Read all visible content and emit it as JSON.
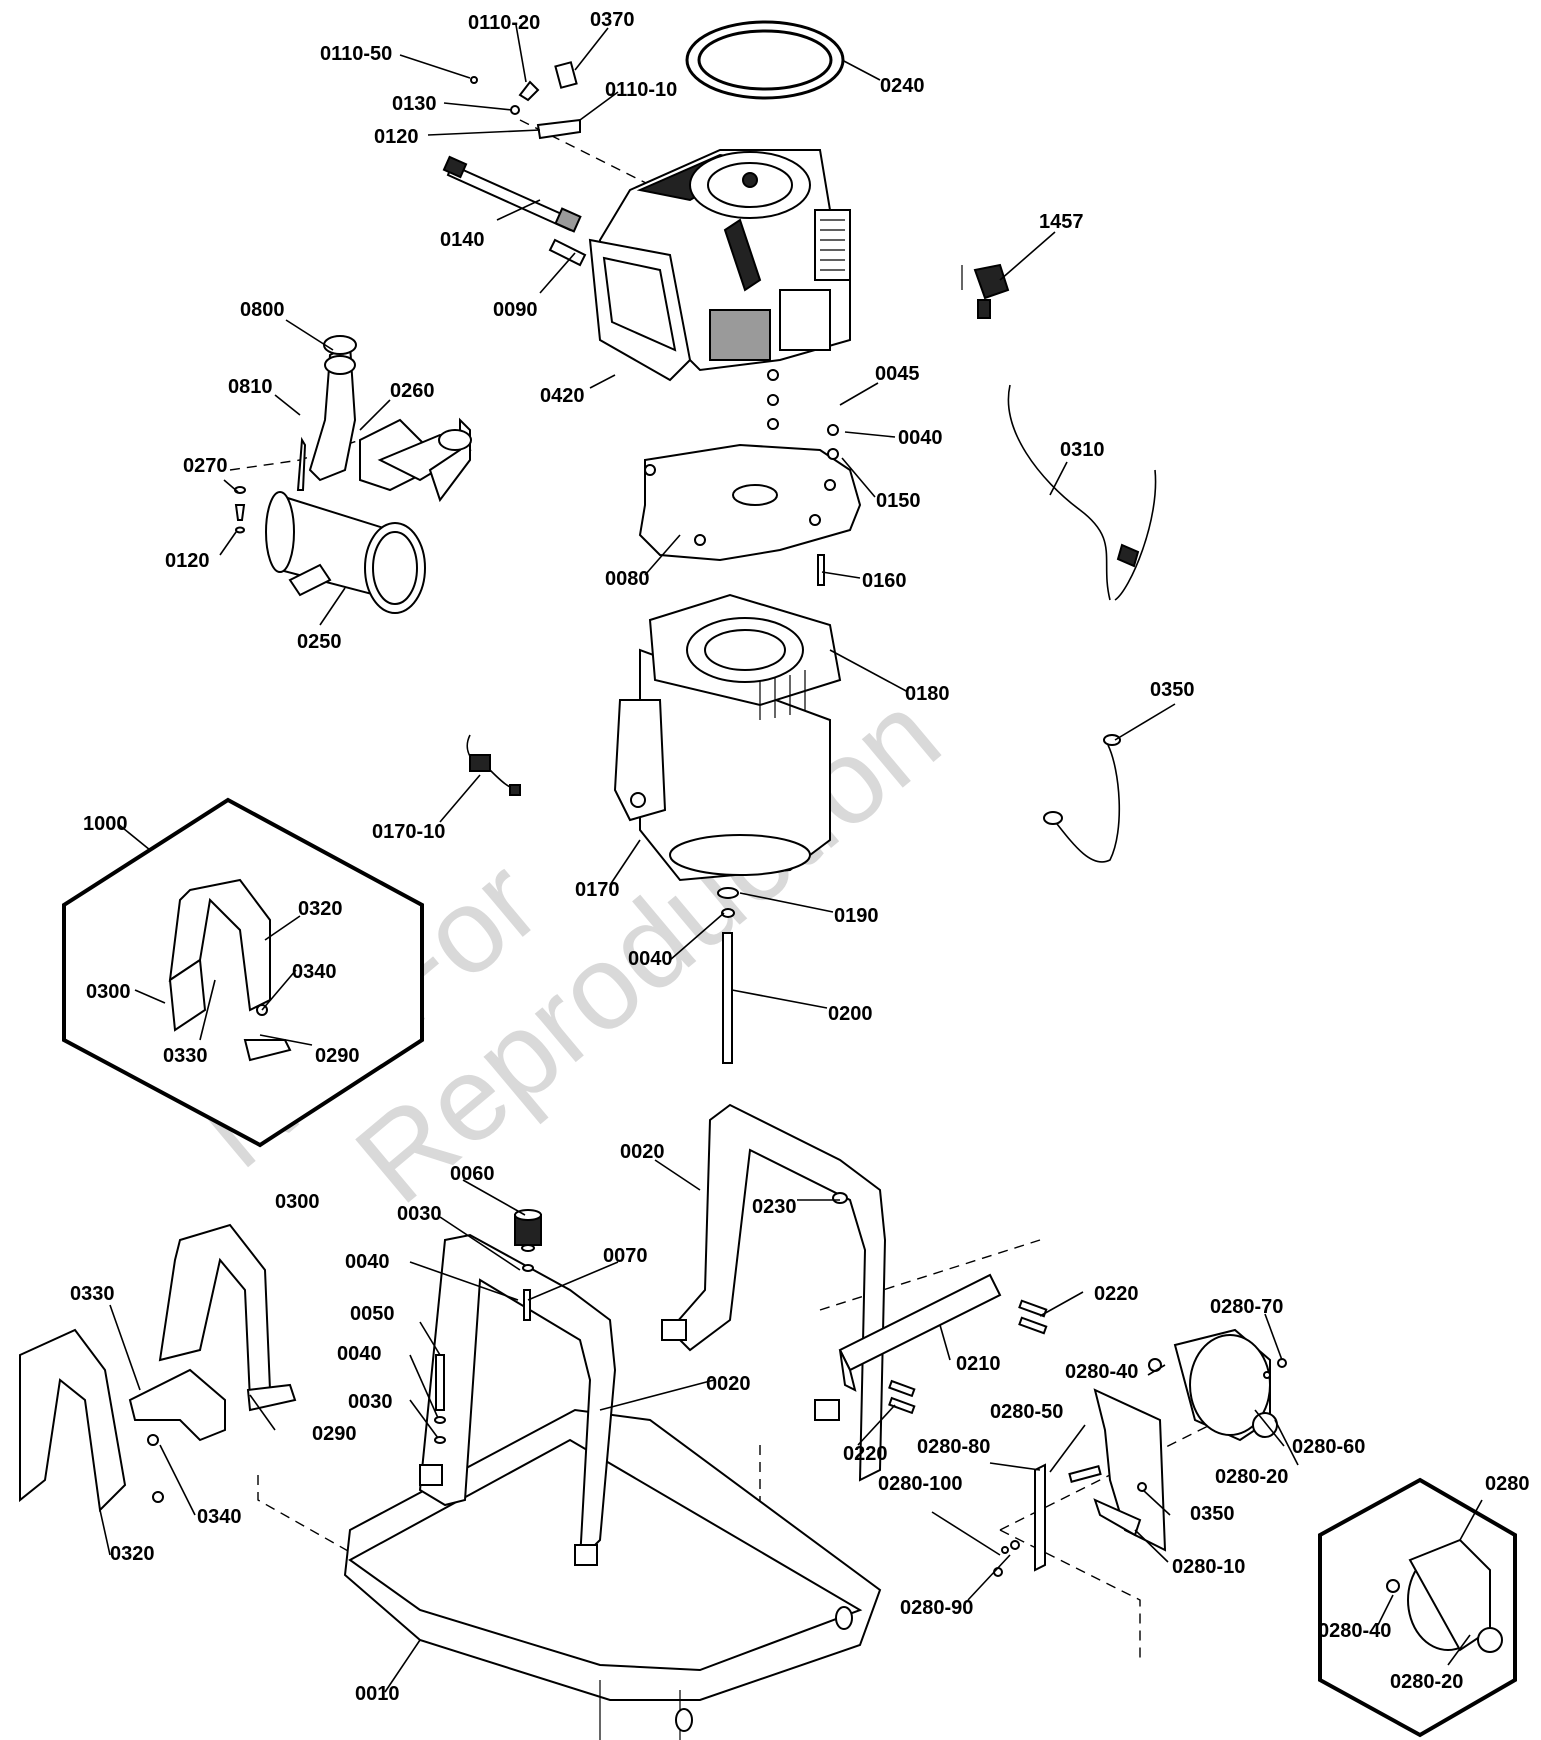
{
  "watermark": {
    "line1": "Not For",
    "line2": "Reproduction"
  },
  "callouts": {
    "c0110_20": "0110-20",
    "c0370": "0370",
    "c0110_50": "0110-50",
    "c0110_10": "0110-10",
    "c0240": "0240",
    "c0130": "0130",
    "c0120_top": "0120",
    "c0140": "0140",
    "c1457": "1457",
    "c0090": "0090",
    "c0800": "0800",
    "c0810": "0810",
    "c0260": "0260",
    "c0420": "0420",
    "c0045": "0045",
    "c0040_top": "0040",
    "c0310": "0310",
    "c0270": "0270",
    "c0150": "0150",
    "c0120_mid": "0120",
    "c0080": "0080",
    "c0160": "0160",
    "c0250": "0250",
    "c0180": "0180",
    "c0350_top": "0350",
    "c0170_10": "0170-10",
    "c1000": "1000",
    "c0170": "0170",
    "c0190": "0190",
    "c0320_inset": "0320",
    "c0340_inset": "0340",
    "c0300_inset": "0300",
    "c0040_mid": "0040",
    "c0330_inset": "0330",
    "c0290_inset": "0290",
    "c0200": "0200",
    "c0020_top": "0020",
    "c0060": "0060",
    "c0300": "0300",
    "c0230": "0230",
    "c0030_a": "0030",
    "c0070": "0070",
    "c0040_a": "0040",
    "c0330": "0330",
    "c0220_a": "0220",
    "c0280_70": "0280-70",
    "c0050": "0050",
    "c0210": "0210",
    "c0280_40": "0280-40",
    "c0040_b": "0040",
    "c0020_b": "0020",
    "c0030_b": "0030",
    "c0220_b": "0220",
    "c0280_60": "0280-60",
    "c0290": "0290",
    "c0280_50": "0280-50",
    "c0280_20": "0280-20",
    "c0280_80": "0280-80",
    "c0280_100": "0280-100",
    "c0350_b": "0350",
    "c0280": "0280",
    "c0340": "0340",
    "c0280_10": "0280-10",
    "c0320": "0320",
    "c0280_90": "0280-90",
    "c0280_40_inset": "0280-40",
    "c0280_20_inset": "0280-20",
    "c0010": "0010"
  }
}
